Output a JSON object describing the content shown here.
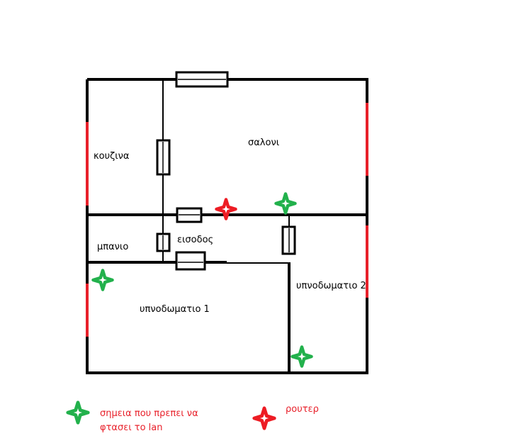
{
  "rooms": {
    "kitchen": "κουζινα",
    "living_room": "σαλονι",
    "bathroom": "μπανιο",
    "entrance": "εισοδος",
    "bedroom_1": "υπνοδωματιο 1",
    "bedroom_2": "υπνοδωματιο 2"
  },
  "legend": {
    "lan_points_line1": "σημεια που πρεπει να",
    "lan_points_line2": "φτασει το lan",
    "router": "ρουτερ"
  },
  "colors": {
    "lan_point": "#22b14c",
    "router": "#ed1c24",
    "window": "#e8202a",
    "wall": "#000000"
  },
  "icons": {
    "lan_point": "four-point-star",
    "router": "four-point-star"
  }
}
